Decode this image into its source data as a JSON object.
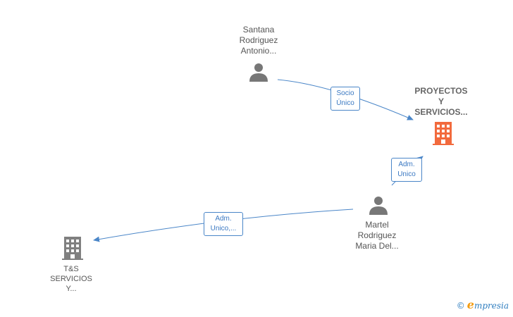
{
  "nodes": {
    "santana": {
      "lines": [
        "Santana",
        "Rodriguez",
        "Antonio..."
      ],
      "type": "person"
    },
    "proyectos": {
      "lines": [
        "PROYECTOS",
        "Y",
        "SERVICIOS..."
      ],
      "type": "company",
      "highlight": true
    },
    "martel": {
      "lines": [
        "Martel",
        "Rodriguez",
        "Maria Del..."
      ],
      "type": "person"
    },
    "ts": {
      "lines": [
        "T&S",
        "SERVICIOS",
        "Y..."
      ],
      "type": "company"
    }
  },
  "edges": {
    "socio_unico": {
      "lines": [
        "Socio",
        "Único"
      ]
    },
    "adm_unico": {
      "lines": [
        "Adm.",
        "Unico"
      ]
    },
    "adm_unico_2": {
      "lines": [
        "Adm.",
        "Unico,..."
      ]
    }
  },
  "colors": {
    "edge": "#4a86c8",
    "person_icon": "#777777",
    "company_icon": "#808080",
    "highlight_icon": "#f26a3d"
  },
  "footer": {
    "copyright": "©",
    "e": "e",
    "brand": "mpresia"
  }
}
